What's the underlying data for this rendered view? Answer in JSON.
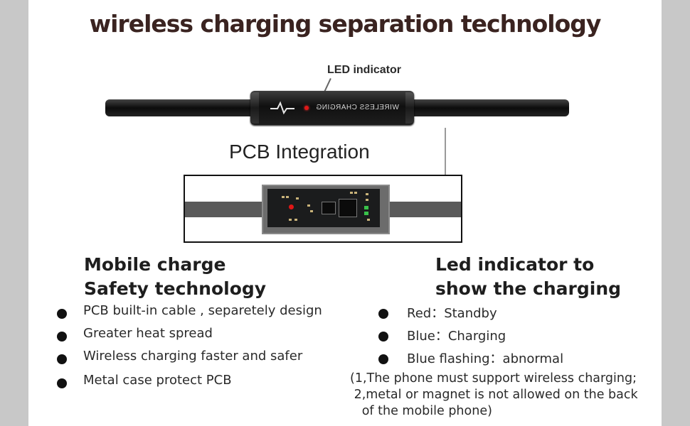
{
  "title": "wireless charging separation technology",
  "led_indicator_label": "LED indicator",
  "module_text": "WIRELESS CHARGING",
  "pcb_title": "PCB Integration",
  "left_section": {
    "heading_line1": "Mobile charge",
    "heading_line2": "Safety technology",
    "items": [
      "PCB built-in cable , separetely design",
      "Greater heat spread",
      "Wireless charging faster and safer",
      "Metal case protect PCB"
    ]
  },
  "right_section": {
    "heading_line1": "Led indicator to",
    "heading_line2": "show the charging",
    "items": [
      "Red：Standby",
      "Blue：Charging",
      "Blue flashing：abnormal"
    ],
    "note_lines": [
      "(1,The phone must support wireless charging;",
      " 2,metal or magnet is not allowed on the back",
      "   of the mobile phone)"
    ]
  },
  "colors": {
    "title": "#3a2320",
    "led": "#e01818",
    "side_bars": "#c8c8c8"
  }
}
